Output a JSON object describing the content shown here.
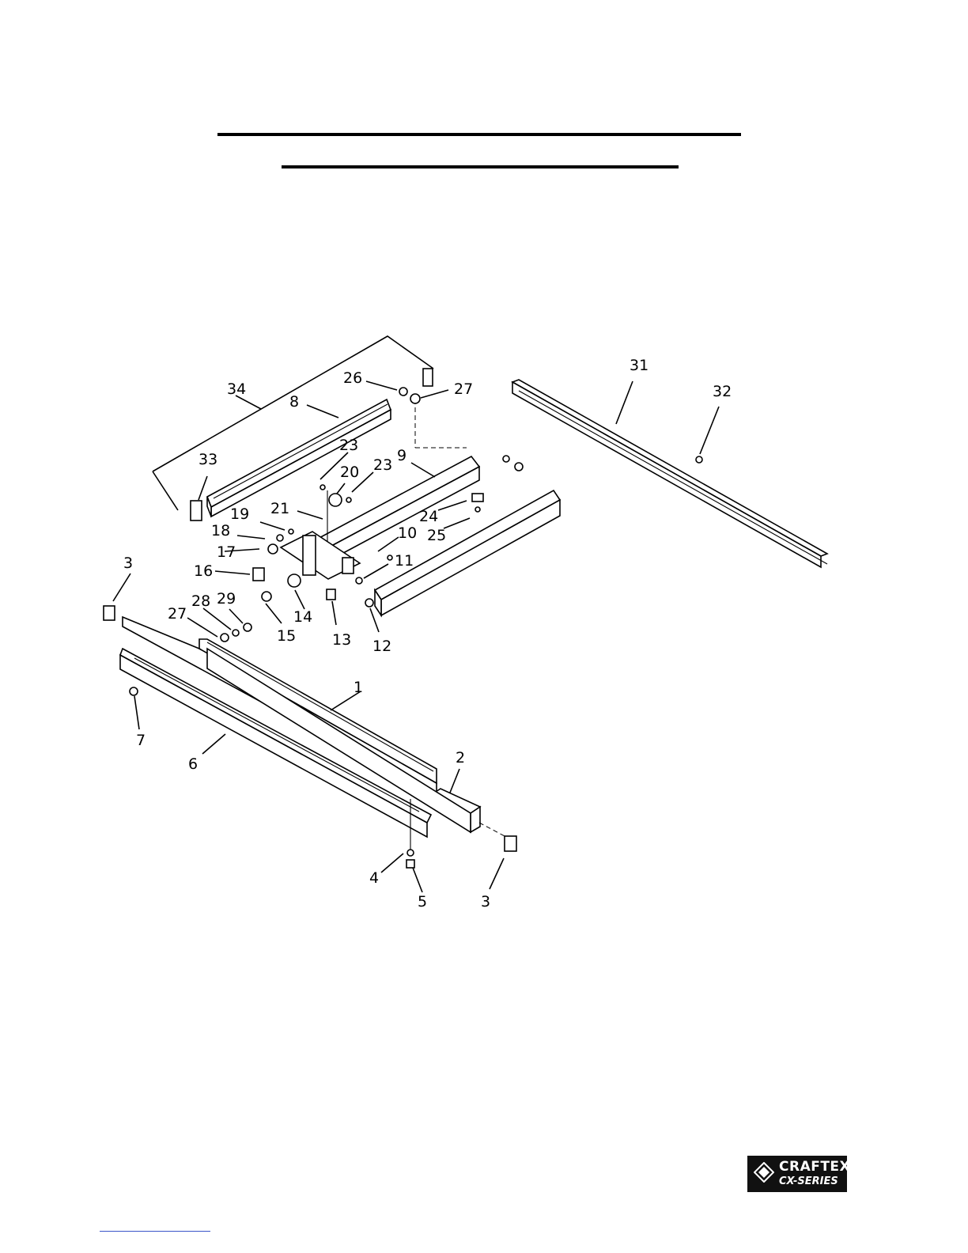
{
  "callouts": [
    {
      "label": "1"
    },
    {
      "label": "2"
    },
    {
      "label": "3"
    },
    {
      "label": "3"
    },
    {
      "label": "4"
    },
    {
      "label": "5"
    },
    {
      "label": "6"
    },
    {
      "label": "7"
    },
    {
      "label": "8"
    },
    {
      "label": "9"
    },
    {
      "label": "10"
    },
    {
      "label": "11"
    },
    {
      "label": "12"
    },
    {
      "label": "13"
    },
    {
      "label": "14"
    },
    {
      "label": "15"
    },
    {
      "label": "16"
    },
    {
      "label": "17"
    },
    {
      "label": "18"
    },
    {
      "label": "19"
    },
    {
      "label": "20"
    },
    {
      "label": "21"
    },
    {
      "label": "23"
    },
    {
      "label": "23"
    },
    {
      "label": "24"
    },
    {
      "label": "25"
    },
    {
      "label": "26"
    },
    {
      "label": "27"
    },
    {
      "label": "27"
    },
    {
      "label": "28"
    },
    {
      "label": "29"
    },
    {
      "label": "31"
    },
    {
      "label": "32"
    },
    {
      "label": "33"
    },
    {
      "label": "34"
    }
  ],
  "logo": {
    "brand": "CRAFTEX",
    "series": "CX-SERIES"
  }
}
